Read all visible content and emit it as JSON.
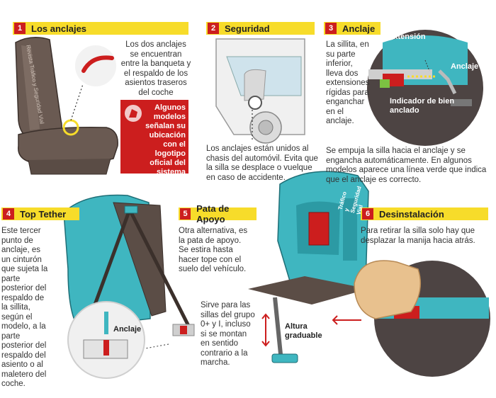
{
  "sections": [
    {
      "num": "1",
      "title": "Los anclajes"
    },
    {
      "num": "2",
      "title": "Seguridad"
    },
    {
      "num": "3",
      "title": "Anclaje"
    },
    {
      "num": "4",
      "title": "Top Tether"
    },
    {
      "num": "5",
      "title": "Pata de Apoyo"
    },
    {
      "num": "6",
      "title": "Desinstalación"
    }
  ],
  "texts": {
    "s1_main": "Los dos anclajes se encuentran entre la banqueta y el respaldo de los asientos traseros del coche",
    "s1_box": "Algunos modelos señalan su ubicación con el logotipo oficial del sistema Isofix",
    "s1_seat_mark": "Revista Tráfico y Seguridad Vial",
    "s2_main": "Los anclajes están unidos al chasis del automóvil. Evita que la silla se desplace o vuelque en caso de accidente.",
    "s3_side": "La sillita, en su parte inferior, lleva dos extensiones rígidas para enganchar en el anclaje.",
    "s3_bottom": "Se empuja la silla hacia el anclaje y se engancha automáticamente. En algunos modelos aparece una línea verde que indica que el anclaje es correcto.",
    "s4_main": "Este tercer punto de anclaje, es un cinturón que sujeta la parte posterior del respaldo de la sillita, según el modelo, a la parte posterior del respaldo del asiento o al maletero del coche.",
    "s5_main": "Otra alternativa, es la pata de apoyo. Se estira hasta hacer tope con el suelo del vehículo.",
    "s5_group": "Sirve para las sillas del grupo 0+ y I, incluso si se montan en sentido contrario a la marcha.",
    "s6_main": "Para retirar la silla solo hay que desplazar la manija hacia atrás.",
    "seat_brand": "Tráfico y Seguridad Vial"
  },
  "labels": {
    "extension": "Extensión",
    "anclaje3": "Anclaje",
    "indicador": "Indicador de bien anclado",
    "anclaje4": "Anclaje",
    "altura": "Altura graduable"
  },
  "colors": {
    "header_yellow": "#f7dc2a",
    "number_red": "#cc1e1e",
    "seat_teal": "#3fb6c0",
    "seat_brown": "#5b4d46",
    "indicator_green": "#7cc242"
  }
}
